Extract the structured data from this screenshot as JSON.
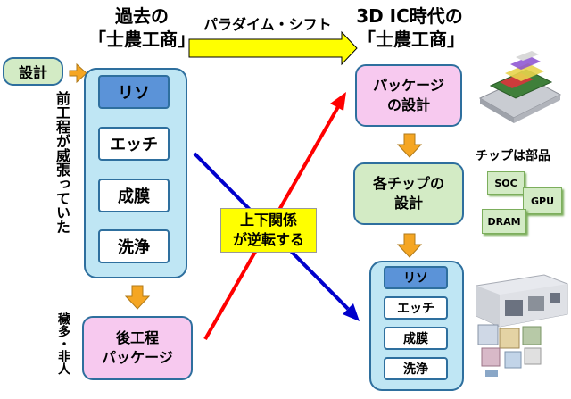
{
  "left": {
    "title1": "過去の",
    "title2": "「士農工商」",
    "design": "設計",
    "front_process_note": "前工程が威張っていた",
    "steps": [
      "リソ",
      "エッチ",
      "成膜",
      "洗浄"
    ],
    "back_process_line1": "後工程",
    "back_process_line2": "パッケージ",
    "bottom_note": "穢多・非人"
  },
  "arrow_label": "パラダイム・シフト",
  "cross_label_line1": "上下関係",
  "cross_label_line2": "が逆転する",
  "right": {
    "title1": "3D IC時代の",
    "title2": "「士農工商」",
    "package_design_line1": "パッケージ",
    "package_design_line2": "の設計",
    "chip_design_line1": "各チップの",
    "chip_design_line2": "設計",
    "steps": [
      "リソ",
      "エッチ",
      "成膜",
      "洗浄"
    ],
    "chips_caption": "チップは部品",
    "chips": [
      "SOC",
      "GPU",
      "DRAM"
    ]
  },
  "colors": {
    "yellow_arrow": "#ffff00",
    "orange_arrow": "#f5a623",
    "red_arrow": "#ff0000",
    "blue_arrow": "#0000cc",
    "light_blue_panel": "#bfe6f4",
    "pink_box": "#f7c9ef",
    "green_box": "#d3ebc5"
  }
}
